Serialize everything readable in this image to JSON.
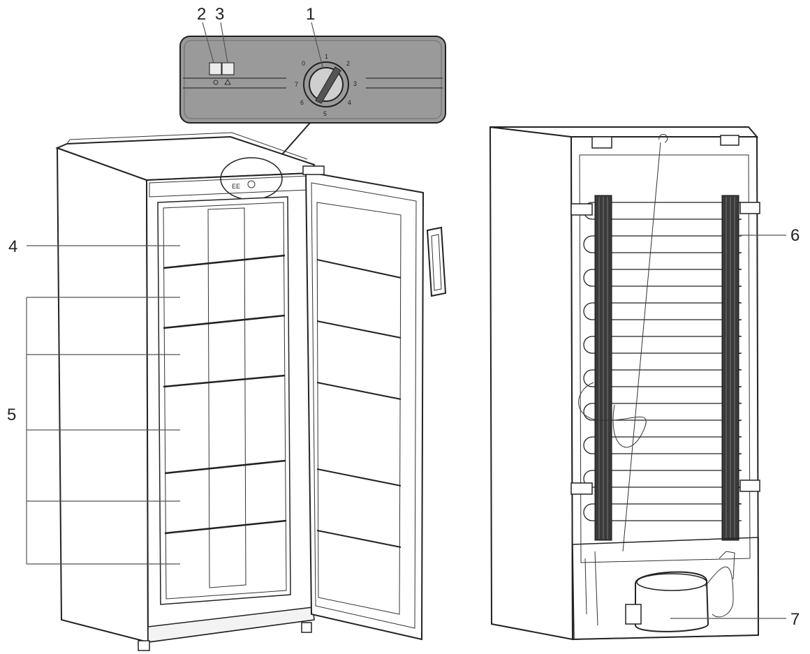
{
  "callouts": [
    {
      "id": "1",
      "text": "1"
    },
    {
      "id": "2",
      "text": "2"
    },
    {
      "id": "3",
      "text": "3"
    },
    {
      "id": "4",
      "text": "4"
    },
    {
      "id": "5",
      "text": "5"
    },
    {
      "id": "6",
      "text": "6"
    },
    {
      "id": "7",
      "text": "7"
    }
  ],
  "control_panel": {
    "dial_marks": [
      "7",
      "6",
      "5",
      "4",
      "3",
      "2",
      "1",
      "0"
    ],
    "indicator_label": "EE"
  }
}
